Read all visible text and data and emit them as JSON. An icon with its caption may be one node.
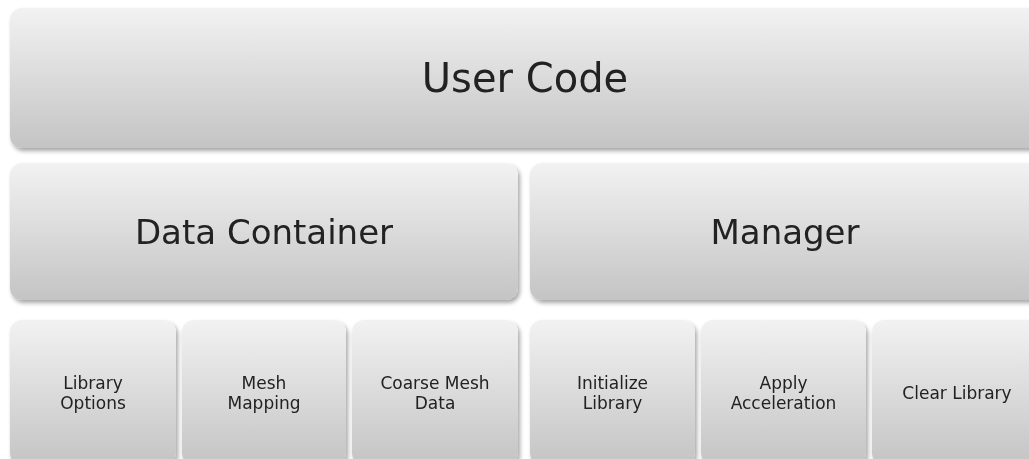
{
  "diagram": {
    "nodes": [
      {
        "text": [
          "User Code"
        ]
      },
      {
        "text": [
          "Data Container"
        ]
      },
      {
        "text": [
          "Manager"
        ]
      },
      {
        "text": [
          "Library Options"
        ]
      },
      {
        "text": [
          "Mesh Mapping"
        ]
      },
      {
        "text": [
          "Coarse Mesh Data"
        ]
      },
      {
        "text": [
          "Initialize Library"
        ]
      },
      {
        "text": [
          "Apply Acceleration"
        ]
      },
      {
        "text": [
          "Clear Library"
        ]
      }
    ]
  }
}
